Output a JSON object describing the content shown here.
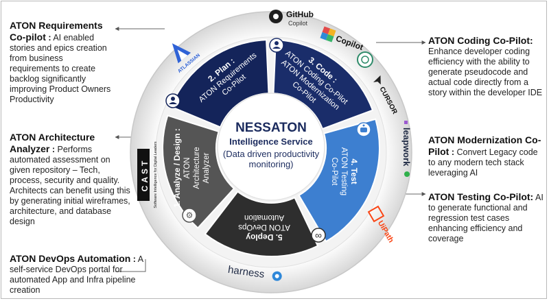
{
  "left": {
    "requirements": {
      "title": "ATON Requirements Co-pilot",
      "sep": " :",
      "desc": "AI enabled stories and epics creation from business requirements to create backlog significantly improving Product Owners Productivity"
    },
    "architecture": {
      "title": "ATON Architecture Analyzer",
      "sep": " :",
      "desc": "Performs automated assessment on given repository – Tech, process, security and quality. Architects can benefit using this by generating initial wireframes, architecture, and database design"
    },
    "devops": {
      "title": "ATON DevOps Automation",
      "sep": " :",
      "desc": "A self-service DevOps portal for automated App and Infra pipeline creation"
    }
  },
  "right": {
    "coding": {
      "title": "ATON Coding Co-Pilot",
      "sep": ":",
      "desc": "Enhance developer coding efficiency with the ability to generate pseudocode and actual code directly from a story within the developer IDE"
    },
    "modernization": {
      "title": "ATON Modernization Co-Pilot",
      "sep": " :",
      "desc": "Convert Legacy code to any modern tech stack leveraging AI"
    },
    "testing": {
      "title": "ATON Testing Co-Pilot",
      "sep": ":",
      "desc": "AI to generate functional and regression test cases enhancing efficiency and coverage"
    }
  },
  "center": {
    "brand": "NESSATON",
    "service": "Intelligence Service",
    "tagline1": "(Data driven productivity",
    "tagline2": "monitoring)"
  },
  "segments": {
    "plan": [
      "2. Plan :",
      "ATON Requirements",
      "Co-Pilot"
    ],
    "code": [
      "3. Code :",
      "ATON Coding Co-Pilot",
      "ATON Modernization",
      "Co-Pilot"
    ],
    "test": [
      "4. Test",
      "ATON Testing",
      "Co-Pilot"
    ],
    "deploy": [
      "5. Deploy",
      "ATON DevOps",
      "Automation"
    ],
    "analyze": [
      "1. Analyze / Design :",
      "ATON",
      "Architecture",
      "Analyzer"
    ]
  },
  "logos": {
    "atlassian": "ATLASSIAN",
    "github": "GitHub",
    "github_sub": "Copilot",
    "copilot": "Copilot",
    "cursor": "CURSOR",
    "leapwork": "leapwork",
    "uipath": "UiPath",
    "harness": "harness",
    "cast": "CAST",
    "cast_sub": "Software Intelligence for Digital Leaders"
  },
  "colors": {
    "plan": "#14245a",
    "code": "#1a2d6a",
    "test": "#3d7fd0",
    "deploy": "#2e2e2e",
    "analyze": "#555555",
    "ring": "#ffffff",
    "accent": "#1e3a8a"
  },
  "icons": [
    "atlassian-icon",
    "github-icon",
    "copilot-icon",
    "chatgpt-icon",
    "cursor-icon",
    "leapwork-icon",
    "uipath-icon",
    "harness-icon",
    "cast-icon",
    "user-icon",
    "gear-icon",
    "bot-icon",
    "infinity-icon"
  ]
}
